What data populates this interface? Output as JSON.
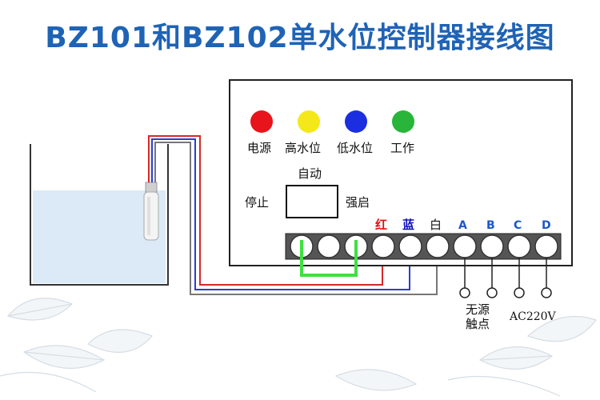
{
  "title": "BZ101和BZ102单水位控制器接线图",
  "indicators": [
    {
      "label": "电源",
      "color": "#e8141b"
    },
    {
      "label": "高水位",
      "color": "#f4e81a"
    },
    {
      "label": "低水位",
      "color": "#1b2ee0"
    },
    {
      "label": "工作",
      "color": "#28b53a"
    }
  ],
  "switch": {
    "top_label": "自动",
    "left_label": "停止",
    "right_label": "强启"
  },
  "wire_labels": {
    "red": "红",
    "blue": "蓝",
    "white": "白"
  },
  "terminals": [
    "A",
    "B",
    "C",
    "D"
  ],
  "outputs": {
    "passive_contact_line1": "无源",
    "passive_contact_line2": "触点",
    "ac_supply": "AC220V"
  },
  "colors": {
    "title": "#1f63b5",
    "water": "#dbeaf6",
    "jumper": "#3fe040",
    "wire_red": "#d62828",
    "wire_blue": "#2a3fd0",
    "wire_gray": "#777777"
  }
}
